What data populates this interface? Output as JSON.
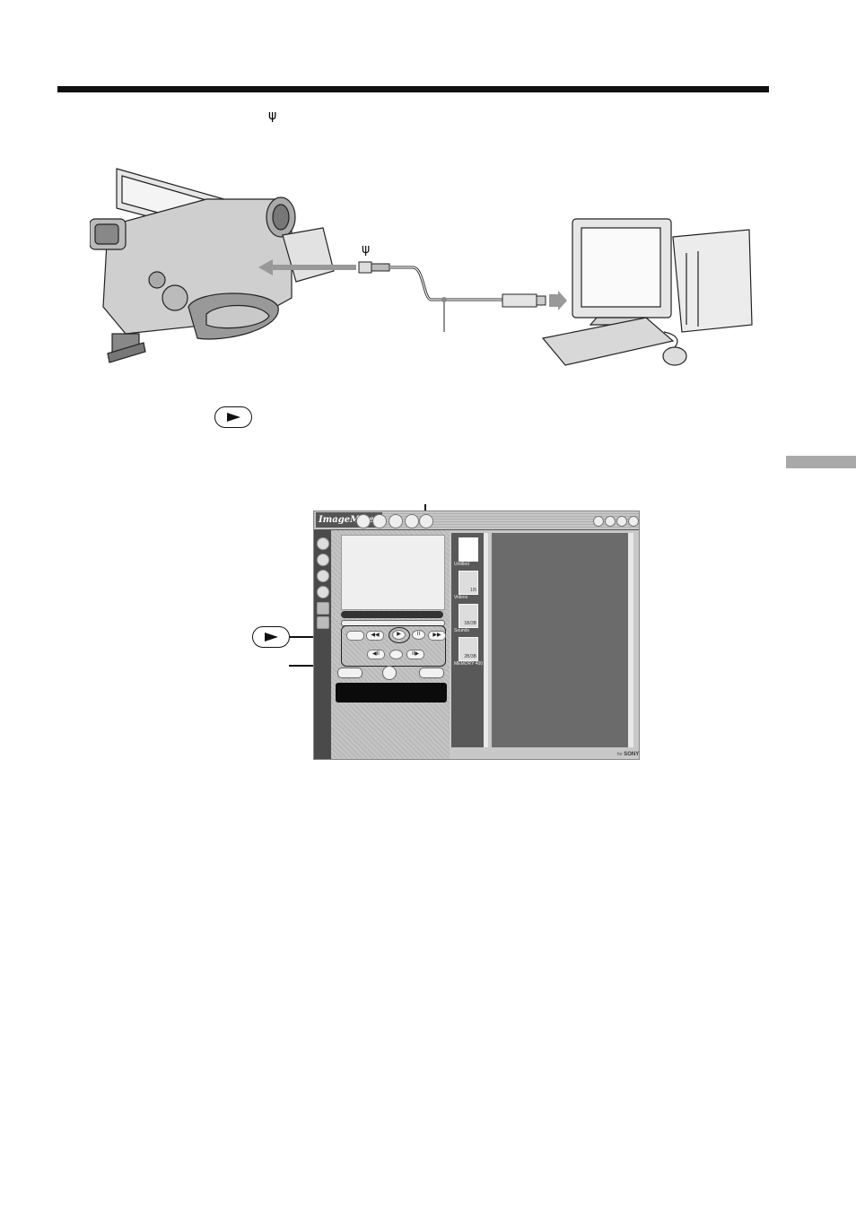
{
  "page": {
    "usb_symbol": "ψ",
    "side_tab_color": "#a9a9a9"
  },
  "illustration": {
    "camcorder": "camcorder-illustration",
    "computer": "desktop-computer-illustration",
    "cable_usb_symbol": "ψ"
  },
  "step": {
    "play_button_icon": "play-icon"
  },
  "imagemixer": {
    "logo": "ImageMixer",
    "albums": [
      {
        "label": "Untitled",
        "count": ""
      },
      {
        "label": "Videos",
        "count": "1/5"
      },
      {
        "label": "Sounds",
        "count": "1B/3B"
      },
      {
        "label": "MEMORY 400",
        "count": "2B/3B"
      }
    ],
    "controls": {
      "play_symbol": "▶",
      "pause_symbol": "II",
      "ff_symbol": "▶▶",
      "rew_symbol": "◀◀",
      "frame_back_symbol": "◀II",
      "frame_fwd_symbol": "II▶"
    },
    "maker_prefix": "for",
    "maker_name": "SONY"
  }
}
